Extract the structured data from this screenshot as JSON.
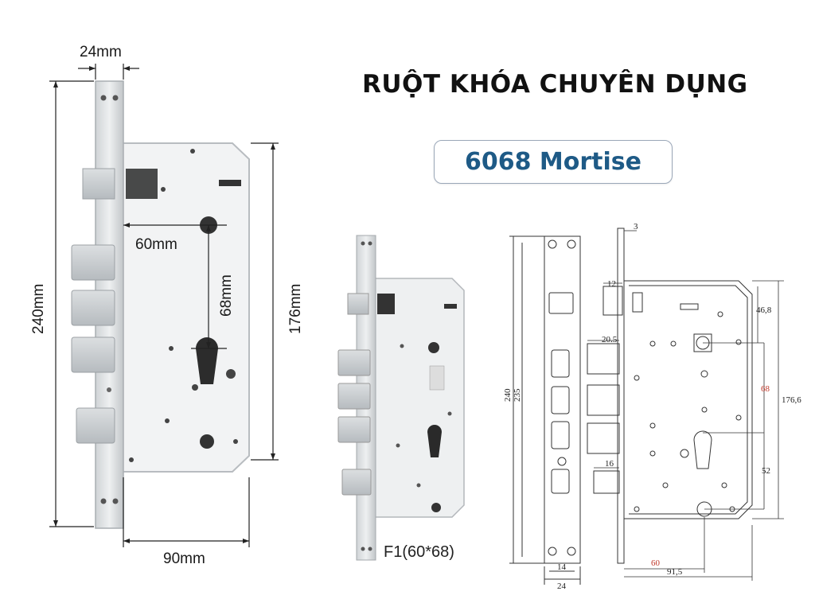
{
  "title": "RUỘT KHÓA CHUYÊN DỤNG",
  "model_badge": "6068 Mortise",
  "photo_dims": {
    "faceplate_width": "24mm",
    "total_height": "240mm",
    "backset": "60mm",
    "handle_to_cylinder": "68mm",
    "case_height": "176mm",
    "case_depth": "90mm"
  },
  "product_caption": "F1(60*68)",
  "tech_drawing": {
    "front_height_1": "240",
    "front_height_2": "235",
    "front_width_1": "14",
    "front_width_2": "24",
    "faceplate_thickness": "3",
    "latch": "12",
    "bolt_throw": "20.5",
    "bottom_bolt": "16",
    "top_offset": "46,8",
    "center_distance": "68",
    "case_height": "176,6",
    "bottom_offset": "52",
    "backset": "60",
    "case_depth": "91,5"
  }
}
